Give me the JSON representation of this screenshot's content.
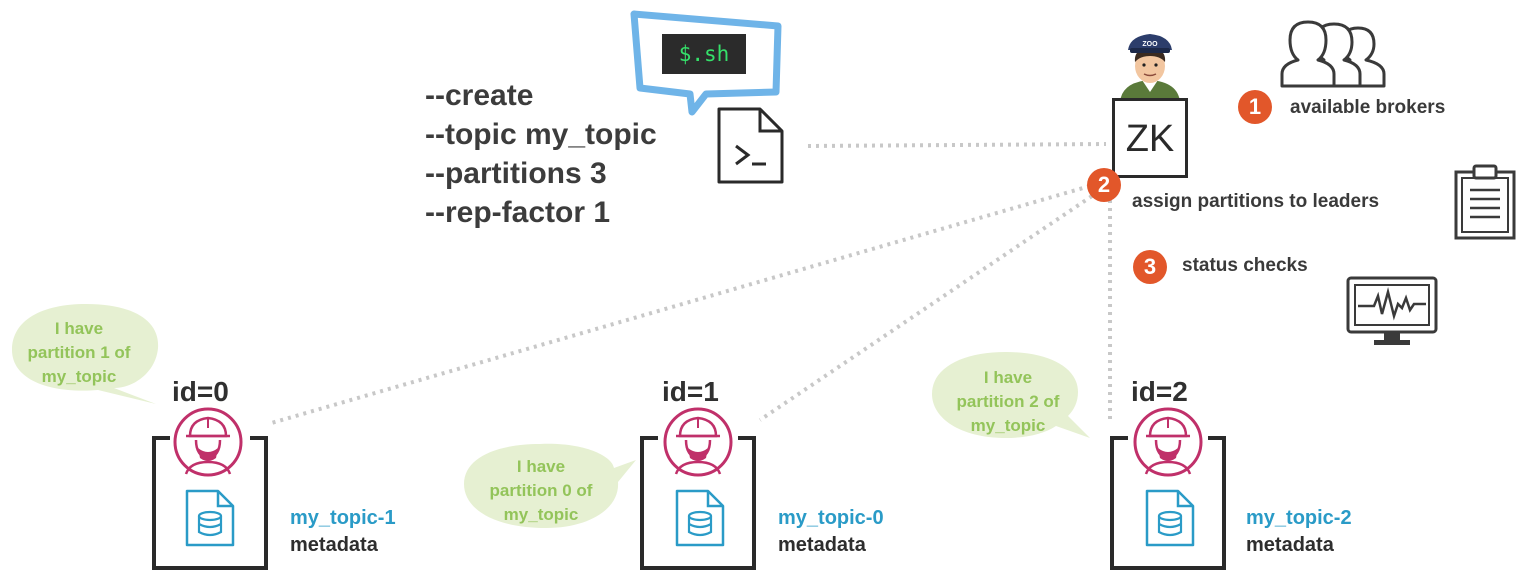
{
  "command": {
    "lines": [
      "--create",
      "--topic my_topic",
      "--partitions 3",
      "--rep-factor 1"
    ],
    "shell_label": "$.sh"
  },
  "zookeeper": {
    "label": "ZK",
    "hat_text": "ZOO",
    "steps": [
      {
        "number": "1",
        "text": "available brokers"
      },
      {
        "number": "2",
        "text": "assign partitions to leaders"
      },
      {
        "number": "3",
        "text": "status checks"
      }
    ]
  },
  "brokers": [
    {
      "id": "id=0",
      "partition": "my_topic-1",
      "metadata": "metadata",
      "bubble": [
        "I have",
        "partition 1 of",
        "my_topic"
      ]
    },
    {
      "id": "id=1",
      "partition": "my_topic-0",
      "metadata": "metadata",
      "bubble": [
        "I have",
        "partition 0 of",
        "my_topic"
      ]
    },
    {
      "id": "id=2",
      "partition": "my_topic-2",
      "metadata": "metadata",
      "bubble": [
        "I have",
        "partition 2 of",
        "my_topic"
      ]
    }
  ],
  "colors": {
    "accent_orange": "#e2572a",
    "partition_blue": "#2a9bc7",
    "bubble_green": "#e6f0d2",
    "bubble_text": "#93c45a",
    "broker_pink": "#c0306a",
    "shell_blue": "#6fb4e8"
  }
}
